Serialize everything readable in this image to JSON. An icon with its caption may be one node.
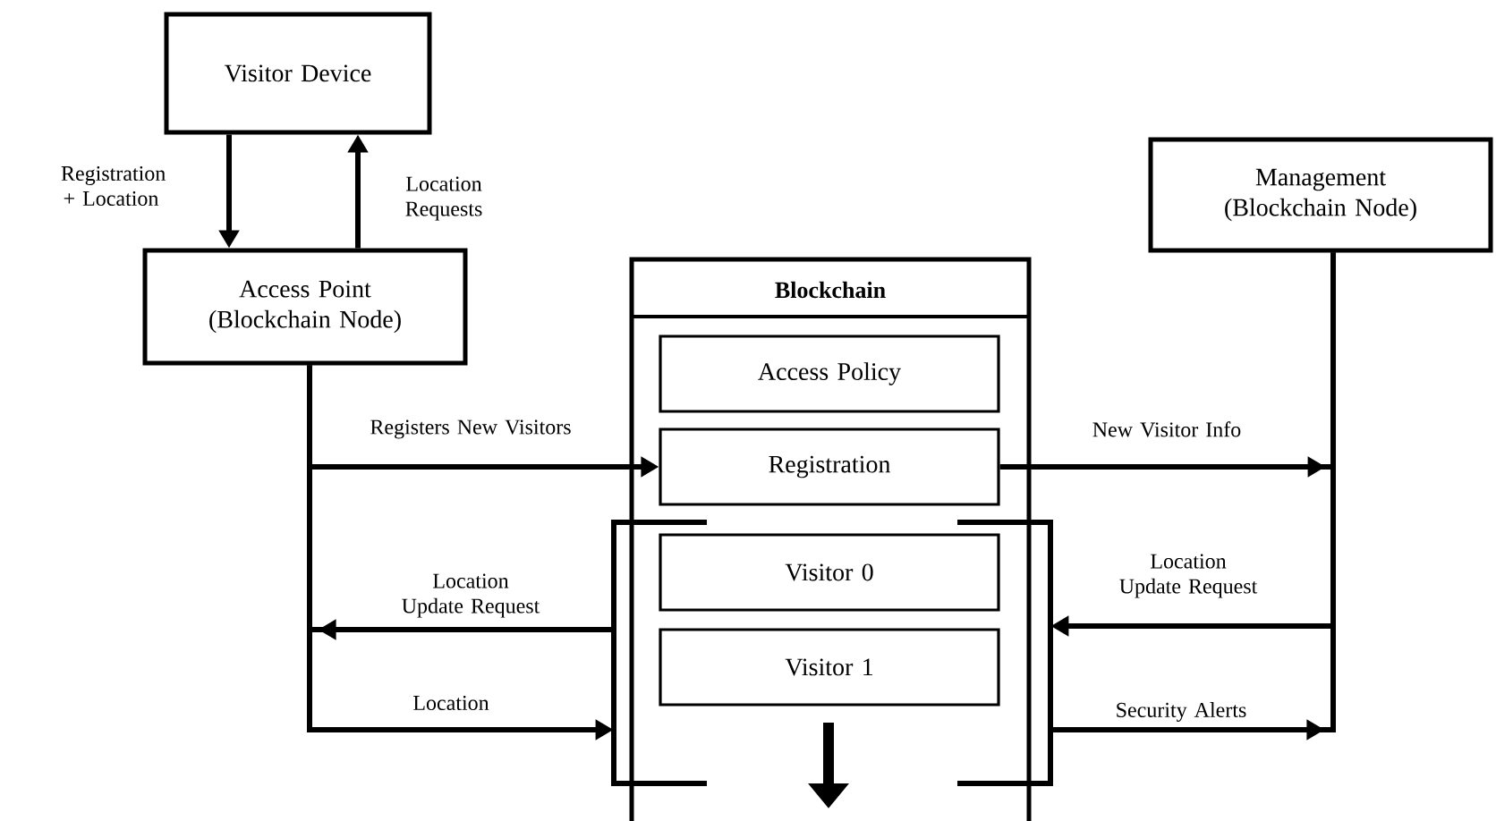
{
  "diagram": {
    "nodes": [
      {
        "text": [
          "Visitor Device"
        ]
      },
      {
        "text": [
          "Access Point (Blockchain Node)"
        ]
      },
      {
        "text": [
          "Management (Blockchain Node)"
        ]
      },
      {
        "text": [
          "Blockchain"
        ]
      },
      {
        "text": [
          "Access Policy"
        ],
        "in": 3
      },
      {
        "text": [
          "Registration"
        ],
        "in": 3
      },
      {
        "text": [],
        "shape": "bracket"
      },
      {
        "text": [
          "Visitor 0"
        ],
        "in": 6
      },
      {
        "text": [
          "Visitor 1"
        ],
        "in": 6
      }
    ],
    "edges": [
      {
        "from": 0,
        "to": 1,
        "arrow": "to",
        "label": "Registration + Location"
      },
      {
        "from": 1,
        "to": 0,
        "arrow": "to",
        "label": "Location Requests"
      },
      {
        "from": 1,
        "to": 5,
        "arrow": "to",
        "label": "Registers New Visitors"
      },
      {
        "from": 6,
        "to": 1,
        "arrow": "to",
        "label": "Location Update Request"
      },
      {
        "from": 1,
        "to": 6,
        "arrow": "to",
        "label": "Location"
      },
      {
        "from": 5,
        "to": 2,
        "arrow": "to",
        "label": "New Visitor Info"
      },
      {
        "from": 2,
        "to": 6,
        "arrow": "to",
        "label": "Location Update Request"
      },
      {
        "from": 6,
        "to": 2,
        "arrow": "to",
        "label": "Security Alerts"
      }
    ]
  }
}
